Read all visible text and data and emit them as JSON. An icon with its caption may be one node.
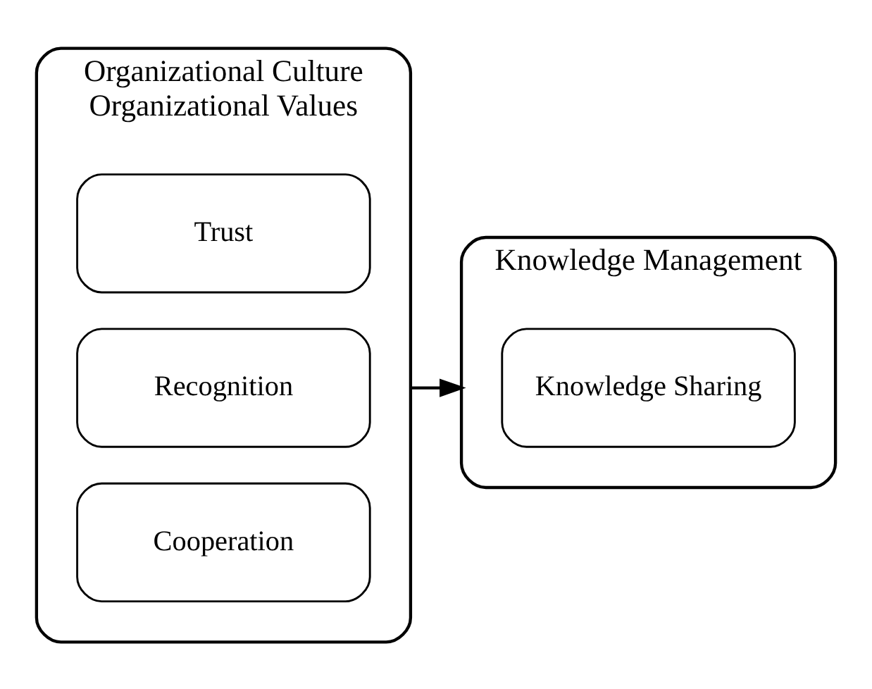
{
  "diagram": {
    "nodes": [
      {
        "text": [
          "Organizational Culture",
          "Organizational Values"
        ]
      },
      {
        "text": [
          "Trust"
        ],
        "in": 0
      },
      {
        "text": [
          "Recognition"
        ],
        "in": 0
      },
      {
        "text": [
          "Cooperation"
        ],
        "in": 0
      },
      {
        "text": [
          "Knowledge Management"
        ]
      },
      {
        "text": [
          "Knowledge Sharing"
        ],
        "in": 4
      }
    ],
    "edges": [
      {
        "from": 0,
        "to": 4,
        "arrow": "to"
      }
    ]
  }
}
